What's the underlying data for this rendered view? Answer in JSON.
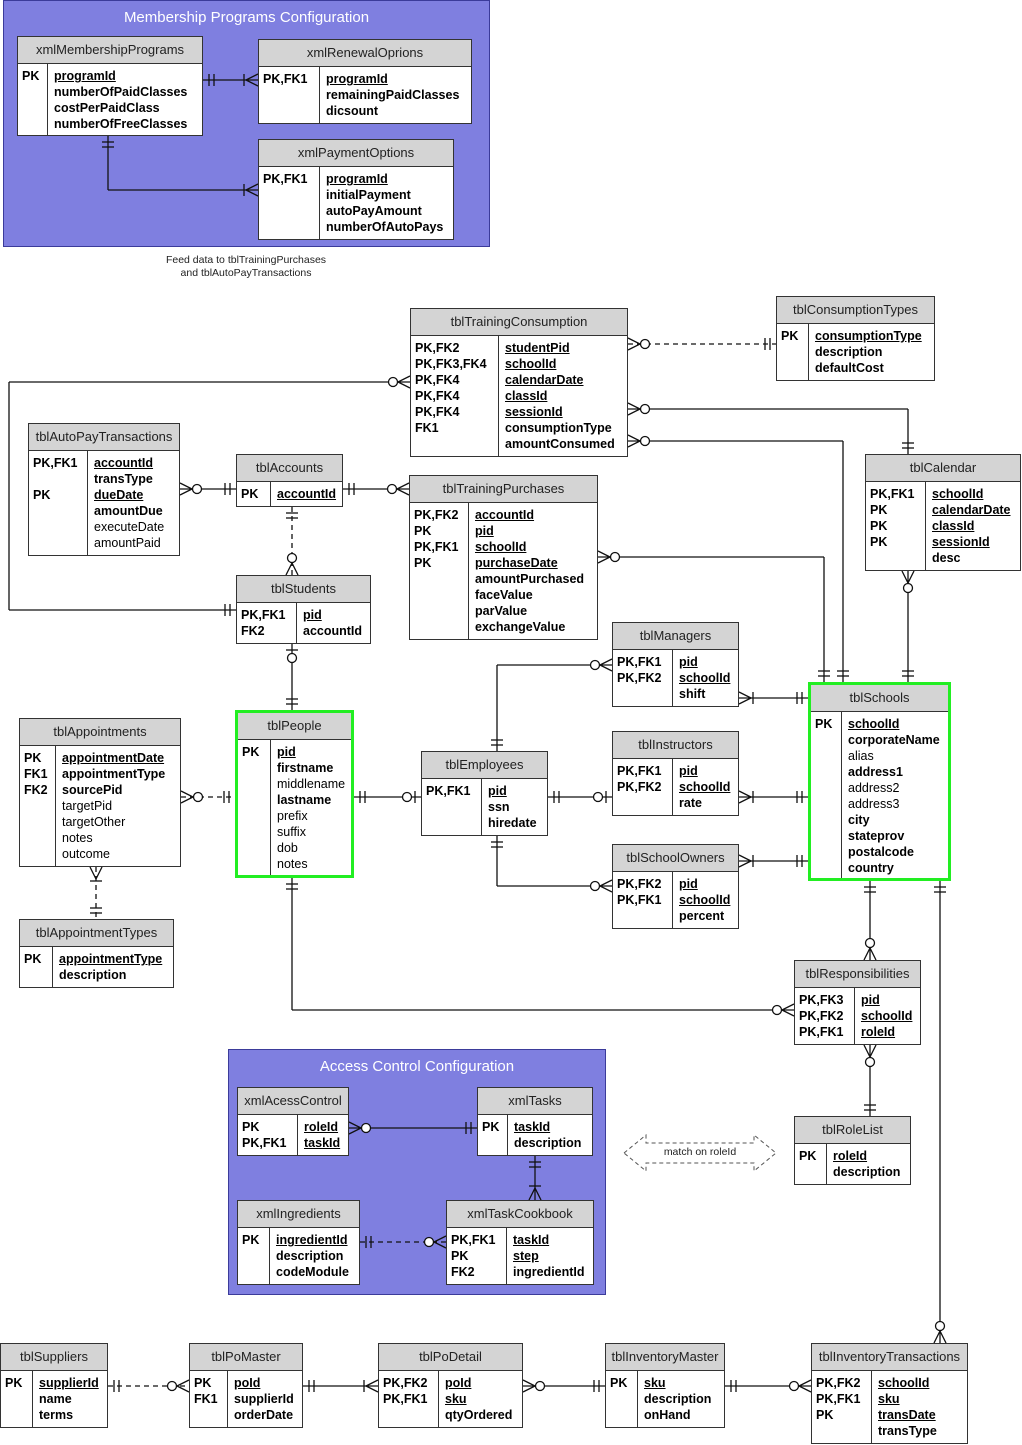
{
  "groups": {
    "membership": {
      "title": "Membership Programs Configuration"
    },
    "access": {
      "title": "Access Control Configuration"
    }
  },
  "notes": {
    "feed_line1": "Feed data to tblTrainingPurchases",
    "feed_line2": "and tblAutoPayTransactions",
    "match": "match on roleId"
  },
  "colors": {
    "group_fill": "#7f7fe0",
    "highlight": "#22ee22",
    "header_fill": "#d4d4d4"
  },
  "entities": {
    "xmlMembershipPrograms": {
      "name": "xmlMembershipPrograms",
      "keys": [
        "PK",
        "",
        "",
        ""
      ],
      "attrs": [
        {
          "t": "programId",
          "s": "bu"
        },
        {
          "t": "numberOfPaidClasses",
          "s": "b"
        },
        {
          "t": "costPerPaidClass",
          "s": "b"
        },
        {
          "t": "numberOfFreeClasses",
          "s": "b"
        }
      ]
    },
    "xmlRenewalOprions": {
      "name": "xmlRenewalOprions",
      "keys": [
        "PK,FK1",
        "",
        ""
      ],
      "attrs": [
        {
          "t": "programId",
          "s": "bu"
        },
        {
          "t": "remainingPaidClasses",
          "s": "b"
        },
        {
          "t": "dicsount",
          "s": "b"
        }
      ]
    },
    "xmlPaymentOptions": {
      "name": "xmlPaymentOptions",
      "keys": [
        "PK,FK1",
        "",
        "",
        ""
      ],
      "attrs": [
        {
          "t": "programId",
          "s": "bu"
        },
        {
          "t": "initialPayment",
          "s": "b"
        },
        {
          "t": "autoPayAmount",
          "s": "b"
        },
        {
          "t": "numberOfAutoPays",
          "s": "b"
        }
      ]
    },
    "tblTrainingConsumption": {
      "name": "tblTrainingConsumption",
      "keys": [
        "PK,FK2",
        "PK,FK3,FK4",
        "PK,FK4",
        "PK,FK4",
        "PK,FK4",
        "FK1",
        ""
      ],
      "attrs": [
        {
          "t": "studentPid",
          "s": "bu"
        },
        {
          "t": "schoolId",
          "s": "bu"
        },
        {
          "t": "calendarDate",
          "s": "bu"
        },
        {
          "t": "classId",
          "s": "bu"
        },
        {
          "t": "sessionId",
          "s": "bu"
        },
        {
          "t": "consumptionType",
          "s": "b"
        },
        {
          "t": "amountConsumed",
          "s": "b"
        }
      ]
    },
    "tblConsumptionTypes": {
      "name": "tblConsumptionTypes",
      "keys": [
        "PK",
        "",
        ""
      ],
      "attrs": [
        {
          "t": "consumptionType",
          "s": "bu"
        },
        {
          "t": "description",
          "s": "b"
        },
        {
          "t": "defaultCost",
          "s": "b"
        }
      ]
    },
    "tblAutoPayTransactions": {
      "name": "tblAutoPayTransactions",
      "keys": [
        "PK,FK1",
        "",
        "PK",
        "",
        "",
        ""
      ],
      "attrs": [
        {
          "t": "accountId",
          "s": "bu"
        },
        {
          "t": "transType",
          "s": "b"
        },
        {
          "t": "dueDate",
          "s": "bu"
        },
        {
          "t": "amountDue",
          "s": "b"
        },
        {
          "t": "executeDate",
          "s": "n"
        },
        {
          "t": "amountPaid",
          "s": "n"
        }
      ]
    },
    "tblAccounts": {
      "name": "tblAccounts",
      "keys": [
        "PK"
      ],
      "attrs": [
        {
          "t": "accountId",
          "s": "bu"
        }
      ]
    },
    "tblTrainingPurchases": {
      "name": "tblTrainingPurchases",
      "keys": [
        "PK,FK2",
        "PK",
        "PK,FK1",
        "PK",
        "",
        "",
        "",
        ""
      ],
      "attrs": [
        {
          "t": "accountId",
          "s": "bu"
        },
        {
          "t": "pid",
          "s": "bu"
        },
        {
          "t": "schoolId",
          "s": "bu"
        },
        {
          "t": "purchaseDate",
          "s": "bu"
        },
        {
          "t": "amountPurchased",
          "s": "b"
        },
        {
          "t": "faceValue",
          "s": "b"
        },
        {
          "t": "parValue",
          "s": "b"
        },
        {
          "t": "exchangeValue",
          "s": "b"
        }
      ]
    },
    "tblCalendar": {
      "name": "tblCalendar",
      "keys": [
        "PK,FK1",
        "PK",
        "PK",
        "PK",
        ""
      ],
      "attrs": [
        {
          "t": "schoolId",
          "s": "bu"
        },
        {
          "t": "calendarDate",
          "s": "bu"
        },
        {
          "t": "classId",
          "s": "bu"
        },
        {
          "t": "sessionId",
          "s": "bu"
        },
        {
          "t": "desc",
          "s": "b"
        }
      ]
    },
    "tblStudents": {
      "name": "tblStudents",
      "keys": [
        "PK,FK1",
        "FK2"
      ],
      "attrs": [
        {
          "t": "pid",
          "s": "bu"
        },
        {
          "t": "accountId",
          "s": "b"
        }
      ]
    },
    "tblManagers": {
      "name": "tblManagers",
      "keys": [
        "PK,FK1",
        "PK,FK2",
        ""
      ],
      "attrs": [
        {
          "t": "pid",
          "s": "bu"
        },
        {
          "t": "schoolId",
          "s": "bu"
        },
        {
          "t": "shift",
          "s": "b"
        }
      ]
    },
    "tblSchools": {
      "name": "tblSchools",
      "keys": [
        "PK",
        "",
        "",
        "",
        "",
        "",
        "",
        "",
        "",
        ""
      ],
      "attrs": [
        {
          "t": "schoolId",
          "s": "bu"
        },
        {
          "t": "corporateName",
          "s": "b"
        },
        {
          "t": "alias",
          "s": "n"
        },
        {
          "t": "address1",
          "s": "b"
        },
        {
          "t": "address2",
          "s": "n"
        },
        {
          "t": "address3",
          "s": "n"
        },
        {
          "t": "city",
          "s": "b"
        },
        {
          "t": "stateprov",
          "s": "b"
        },
        {
          "t": "postalcode",
          "s": "b"
        },
        {
          "t": "country",
          "s": "b"
        }
      ]
    },
    "tblAppointments": {
      "name": "tblAppointments",
      "keys": [
        "PK",
        "FK1",
        "FK2",
        "",
        "",
        "",
        ""
      ],
      "attrs": [
        {
          "t": "appointmentDate",
          "s": "bu"
        },
        {
          "t": "appointmentType",
          "s": "b"
        },
        {
          "t": "sourcePid",
          "s": "b"
        },
        {
          "t": "targetPid",
          "s": "n"
        },
        {
          "t": "targetOther",
          "s": "n"
        },
        {
          "t": "notes",
          "s": "n"
        },
        {
          "t": "outcome",
          "s": "n"
        }
      ]
    },
    "tblPeople": {
      "name": "tblPeople",
      "keys": [
        "PK",
        "",
        "",
        "",
        "",
        "",
        "",
        ""
      ],
      "attrs": [
        {
          "t": "pid",
          "s": "bu"
        },
        {
          "t": "firstname",
          "s": "b"
        },
        {
          "t": "middlename",
          "s": "n"
        },
        {
          "t": "lastname",
          "s": "b"
        },
        {
          "t": "prefix",
          "s": "n"
        },
        {
          "t": "suffix",
          "s": "n"
        },
        {
          "t": "dob",
          "s": "n"
        },
        {
          "t": "notes",
          "s": "n"
        }
      ]
    },
    "tblEmployees": {
      "name": "tblEmployees",
      "keys": [
        "PK,FK1",
        "",
        ""
      ],
      "attrs": [
        {
          "t": "pid",
          "s": "bu"
        },
        {
          "t": "ssn",
          "s": "b"
        },
        {
          "t": "hiredate",
          "s": "b"
        }
      ]
    },
    "tblInstructors": {
      "name": "tblInstructors",
      "keys": [
        "PK,FK1",
        "PK,FK2",
        ""
      ],
      "attrs": [
        {
          "t": "pid",
          "s": "bu"
        },
        {
          "t": "schoolId",
          "s": "bu"
        },
        {
          "t": "rate",
          "s": "b"
        }
      ]
    },
    "tblSchoolOwners": {
      "name": "tblSchoolOwners",
      "keys": [
        "PK,FK2",
        "PK,FK1",
        ""
      ],
      "attrs": [
        {
          "t": "pid",
          "s": "bu"
        },
        {
          "t": "schoolId",
          "s": "bu"
        },
        {
          "t": "percent",
          "s": "b"
        }
      ]
    },
    "tblAppointmentTypes": {
      "name": "tblAppointmentTypes",
      "keys": [
        "PK",
        ""
      ],
      "attrs": [
        {
          "t": "appointmentType",
          "s": "bu"
        },
        {
          "t": "description",
          "s": "b"
        }
      ]
    },
    "tblResponsibilities": {
      "name": "tblResponsibilities",
      "keys": [
        "PK,FK3",
        "PK,FK2",
        "PK,FK1"
      ],
      "attrs": [
        {
          "t": "pid",
          "s": "bu"
        },
        {
          "t": "schoolId",
          "s": "bu"
        },
        {
          "t": "roleId",
          "s": "bu"
        }
      ]
    },
    "xmlAcessControl": {
      "name": "xmlAcessControl",
      "keys": [
        "PK",
        "PK,FK1"
      ],
      "attrs": [
        {
          "t": "roleId",
          "s": "bu"
        },
        {
          "t": "taskId",
          "s": "bu"
        }
      ]
    },
    "xmlTasks": {
      "name": "xmlTasks",
      "keys": [
        "PK",
        ""
      ],
      "attrs": [
        {
          "t": "taskId",
          "s": "bu"
        },
        {
          "t": "description",
          "s": "b"
        }
      ]
    },
    "tblRoleList": {
      "name": "tblRoleList",
      "keys": [
        "PK",
        ""
      ],
      "attrs": [
        {
          "t": "roleId",
          "s": "bu"
        },
        {
          "t": "description",
          "s": "b"
        }
      ]
    },
    "xmlIngredients": {
      "name": "xmlIngredients",
      "keys": [
        "PK",
        "",
        ""
      ],
      "attrs": [
        {
          "t": "ingredientId",
          "s": "bu"
        },
        {
          "t": "description",
          "s": "b"
        },
        {
          "t": "codeModule",
          "s": "b"
        }
      ]
    },
    "xmlTaskCookbook": {
      "name": "xmlTaskCookbook",
      "keys": [
        "PK,FK1",
        "PK",
        "FK2"
      ],
      "attrs": [
        {
          "t": "taskId",
          "s": "bu"
        },
        {
          "t": "step",
          "s": "bu"
        },
        {
          "t": "ingredientId",
          "s": "b"
        }
      ]
    },
    "tblSuppliers": {
      "name": "tblSuppliers",
      "keys": [
        "PK",
        "",
        ""
      ],
      "attrs": [
        {
          "t": "supplierId",
          "s": "bu"
        },
        {
          "t": "name",
          "s": "b"
        },
        {
          "t": "terms",
          "s": "b"
        }
      ]
    },
    "tblPoMaster": {
      "name": "tblPoMaster",
      "keys": [
        "PK",
        "FK1",
        ""
      ],
      "attrs": [
        {
          "t": "poId",
          "s": "bu"
        },
        {
          "t": "supplierId",
          "s": "b"
        },
        {
          "t": "orderDate",
          "s": "b"
        }
      ]
    },
    "tblPoDetail": {
      "name": "tblPoDetail",
      "keys": [
        "PK,FK2",
        "PK,FK1",
        ""
      ],
      "attrs": [
        {
          "t": "poId",
          "s": "bu"
        },
        {
          "t": "sku",
          "s": "bu"
        },
        {
          "t": "qtyOrdered",
          "s": "b"
        }
      ]
    },
    "tblInventoryMaster": {
      "name": "tblInventoryMaster",
      "keys": [
        "PK",
        "",
        ""
      ],
      "attrs": [
        {
          "t": "sku",
          "s": "bu"
        },
        {
          "t": "description",
          "s": "b"
        },
        {
          "t": "onHand",
          "s": "b"
        }
      ]
    },
    "tblInventoryTransactions": {
      "name": "tblInventoryTransactions",
      "keys": [
        "PK,FK2",
        "PK,FK1",
        "PK",
        ""
      ],
      "attrs": [
        {
          "t": "schoolId",
          "s": "bu"
        },
        {
          "t": "sku",
          "s": "bu"
        },
        {
          "t": "transDate",
          "s": "bu"
        },
        {
          "t": "transType",
          "s": "b"
        }
      ]
    }
  }
}
